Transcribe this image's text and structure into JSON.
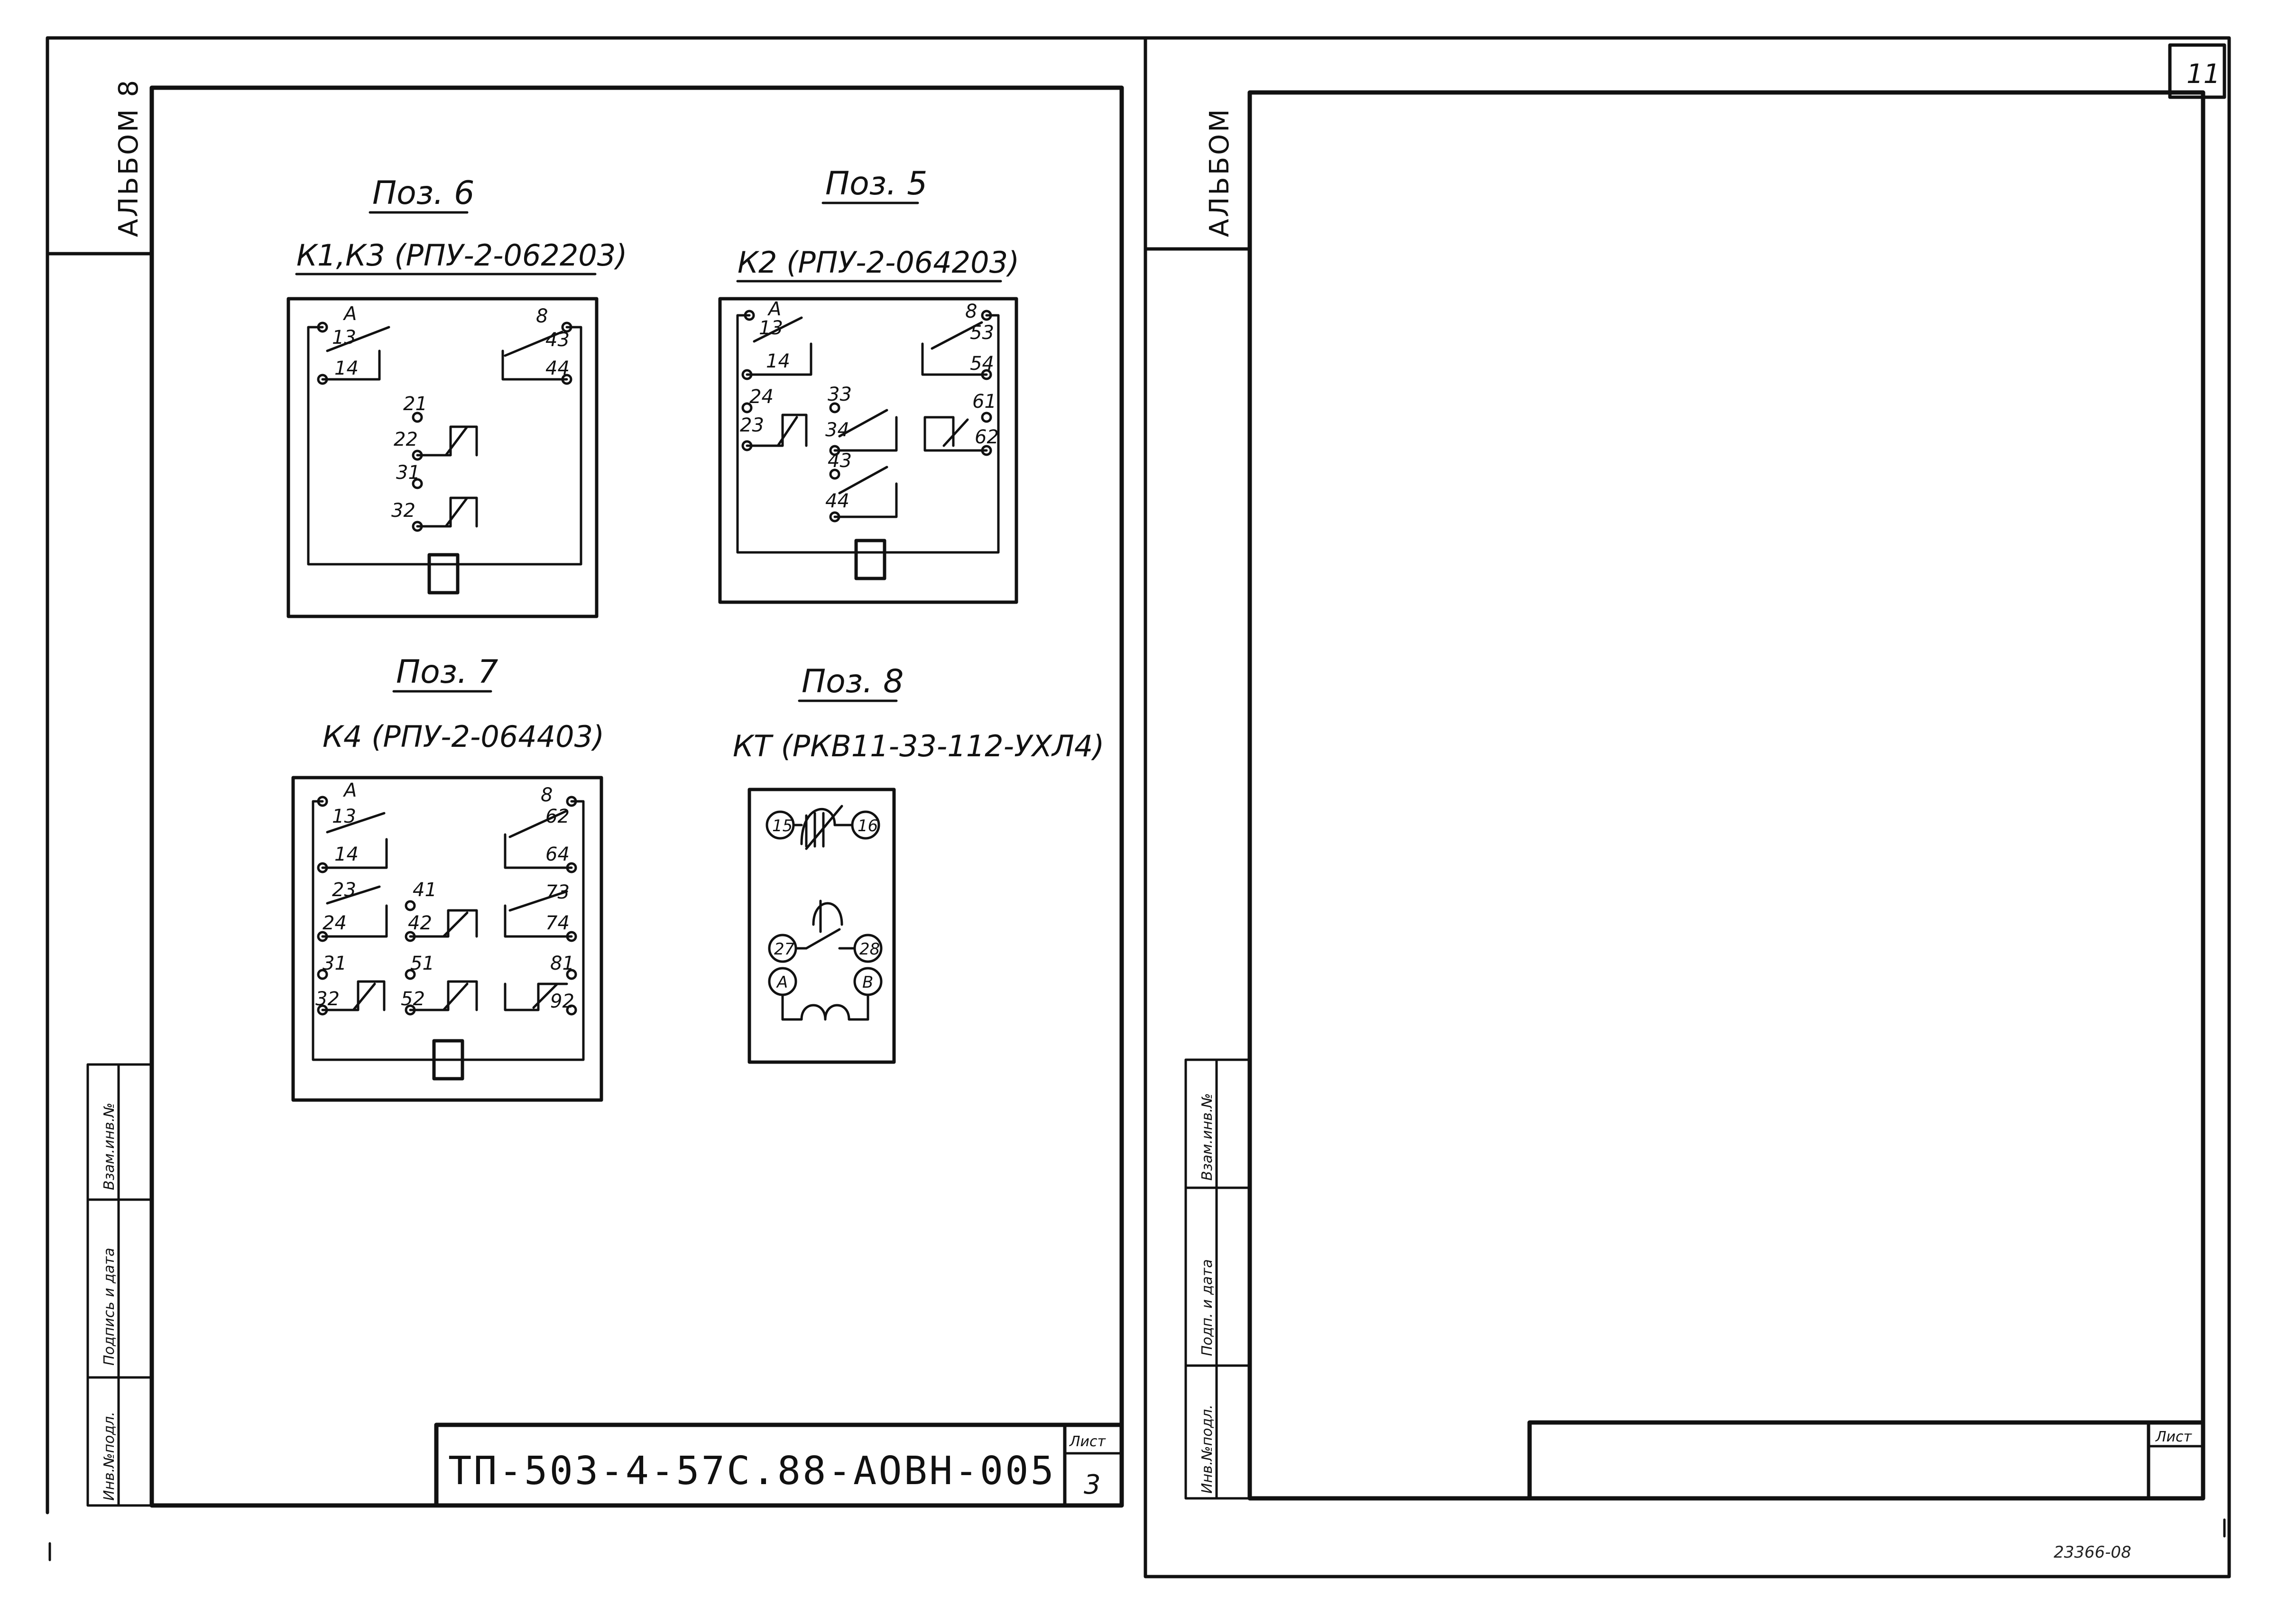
{
  "left_sheet": {
    "album_label": "АЛЬБОМ 8",
    "side_stamp": [
      "Взам.инв.№",
      "Подпись и дата",
      "Инв.№подл."
    ],
    "title_block": {
      "doc_code": "ТП-503-4-57С.88-АОВН-005",
      "sheet_label": "Лист",
      "sheet_number": "3"
    },
    "positions": [
      {
        "pos_label": "Поз. 6",
        "model": "К1,К3 (РПУ-2-062203)",
        "pins": [
          "А",
          "13",
          "14",
          "8",
          "43",
          "44",
          "21",
          "22",
          "31",
          "32"
        ]
      },
      {
        "pos_label": "Поз. 5",
        "model": "К2 (РПУ-2-064203)",
        "pins": [
          "А",
          "13",
          "14",
          "8",
          "53",
          "54",
          "24",
          "23",
          "33",
          "34",
          "61",
          "62",
          "43",
          "44"
        ]
      },
      {
        "pos_label": "Поз. 7",
        "model": "К4 (РПУ-2-064403)",
        "pins": [
          "А",
          "13",
          "14",
          "8",
          "62",
          "64",
          "23",
          "24",
          "41",
          "42",
          "73",
          "74",
          "31",
          "32",
          "51",
          "52",
          "81",
          "92"
        ]
      },
      {
        "pos_label": "Поз. 8",
        "model": "КТ (РКВ11-33-112-УХЛ4)",
        "pins": [
          "15",
          "16",
          "27",
          "28",
          "А",
          "В"
        ]
      }
    ]
  },
  "right_sheet": {
    "album_label": "АЛЬБОМ",
    "sheet_number": "11",
    "side_stamp": [
      "Взам.инв.№",
      "Подп. и дата",
      "Инв.№подл."
    ],
    "title_block": {
      "sheet_label": "Лист"
    },
    "footer_stamp": "23366-08"
  }
}
